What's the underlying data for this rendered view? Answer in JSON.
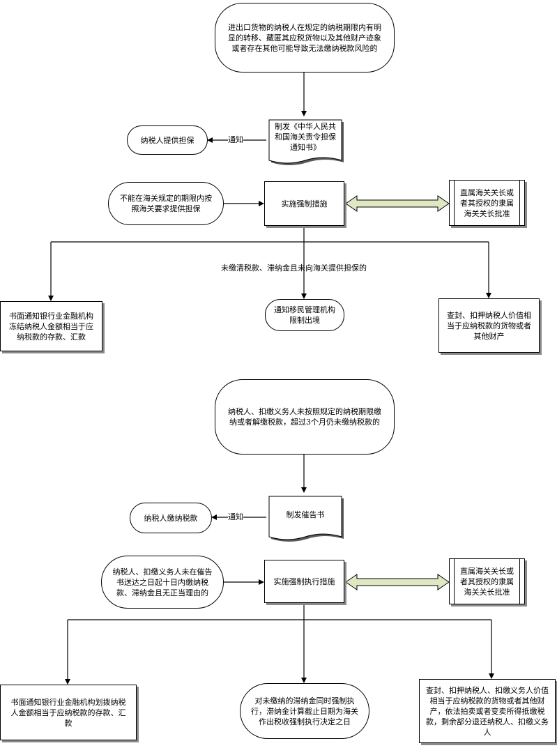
{
  "section1": {
    "start": "进出口货物的纳税人在规定的纳税期限内有明显的转移、藏匿其应税货物以及其他财产迹象或者存在其他可能导致无法缴纳税款风险的",
    "doc": "制发《中华人民共和国海关责令担保通知书》",
    "notify_label": "通知",
    "provide_guarantee": "纳税人提供担保",
    "condition": "不能在海关规定的期限内按照海关要求提供担保",
    "enforce": "实施强制措施",
    "approval": "直属海关关长或者其授权的隶属海关关长批准",
    "branch_label": "未缴清税款、滞纳金且未向海关提供担保的",
    "left": "书面通知银行业金融机构冻结纳税人金额相当于应纳税款的存款、汇款",
    "middle": "通知移民管理机构限制出境",
    "right": "查封、扣押纳税人价值相当于应纳税款的货物或者其他财产"
  },
  "section2": {
    "start": "纳税人、扣缴义务人未按照规定的纳税期限缴纳或者解缴税款，超过3个月仍未缴纳税款的",
    "doc": "制发催告书",
    "notify_label": "通知",
    "pay_tax": "纳税人缴纳税款",
    "condition": "纳税人、扣缴义务人未在催告书送达之日起十日内缴纳税款、滞纳金且无正当理由的",
    "enforce": "实施强制执行措施",
    "approval": "直属海关关长或者其授权的隶属海关关长批准",
    "left": "书面通知银行业金融机构划拨纳税人金额相当于应纳税款的存款、汇款",
    "middle": "对未缴纳的滞纳金同时强制执行，滞纳金计算截止日期为海关作出税收强制执行决定之日",
    "right": "查封、扣押纳税人、扣缴义务人价值相当于应纳税款的货物或者其他财产，依法拍卖或者变卖所得抵缴税款，剩余部分退还纳税人、扣缴义务人"
  }
}
